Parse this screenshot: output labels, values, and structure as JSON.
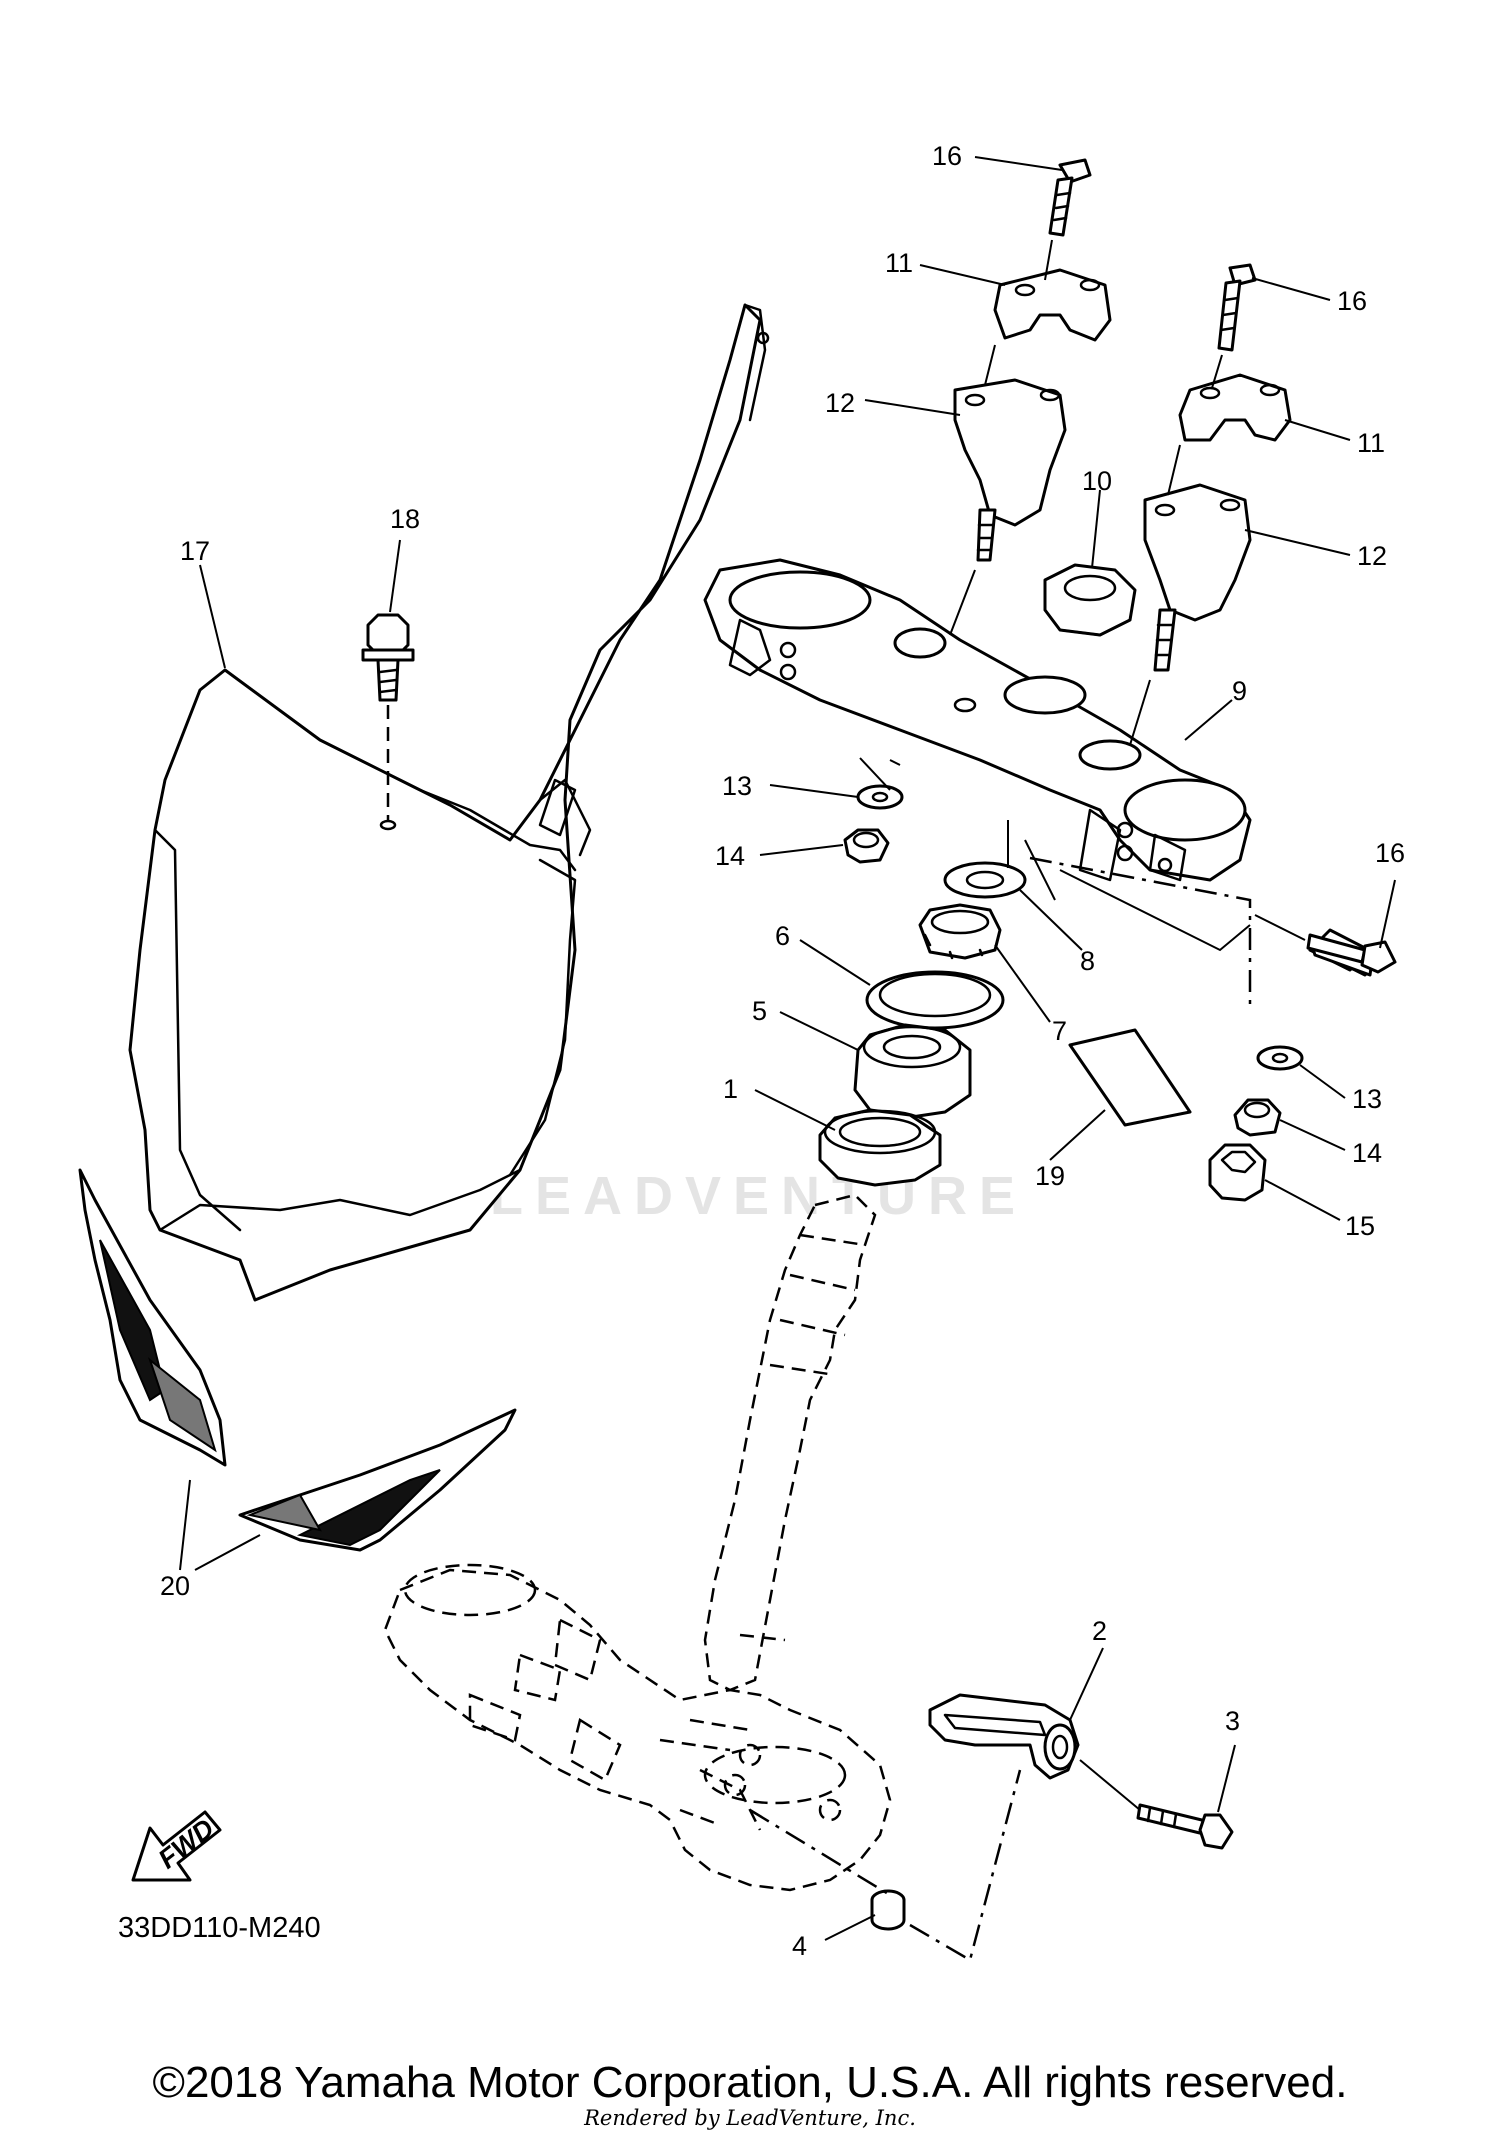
{
  "diagram": {
    "code": "33DD110-M240",
    "fwd_label": "FWD",
    "watermark": "LEADVENTURE",
    "copyright": "©2018 Yamaha Motor Corporation, U.S.A. All rights reserved.",
    "rendered_by": "Rendered by LeadVenture, Inc."
  },
  "callouts": [
    {
      "id": "c1",
      "label": "1"
    },
    {
      "id": "c2",
      "label": "2"
    },
    {
      "id": "c3",
      "label": "3"
    },
    {
      "id": "c4",
      "label": "4"
    },
    {
      "id": "c5",
      "label": "5"
    },
    {
      "id": "c6",
      "label": "6"
    },
    {
      "id": "c7",
      "label": "7"
    },
    {
      "id": "c8",
      "label": "8"
    },
    {
      "id": "c9",
      "label": "9"
    },
    {
      "id": "c10",
      "label": "10"
    },
    {
      "id": "c11a",
      "label": "11"
    },
    {
      "id": "c11b",
      "label": "11"
    },
    {
      "id": "c12a",
      "label": "12"
    },
    {
      "id": "c12b",
      "label": "12"
    },
    {
      "id": "c13a",
      "label": "13"
    },
    {
      "id": "c13b",
      "label": "13"
    },
    {
      "id": "c14a",
      "label": "14"
    },
    {
      "id": "c14b",
      "label": "14"
    },
    {
      "id": "c15",
      "label": "15"
    },
    {
      "id": "c16a",
      "label": "16"
    },
    {
      "id": "c16b",
      "label": "16"
    },
    {
      "id": "c16c",
      "label": "16"
    },
    {
      "id": "c17",
      "label": "17"
    },
    {
      "id": "c18",
      "label": "18"
    },
    {
      "id": "c19",
      "label": "19"
    },
    {
      "id": "c20",
      "label": "20"
    }
  ]
}
